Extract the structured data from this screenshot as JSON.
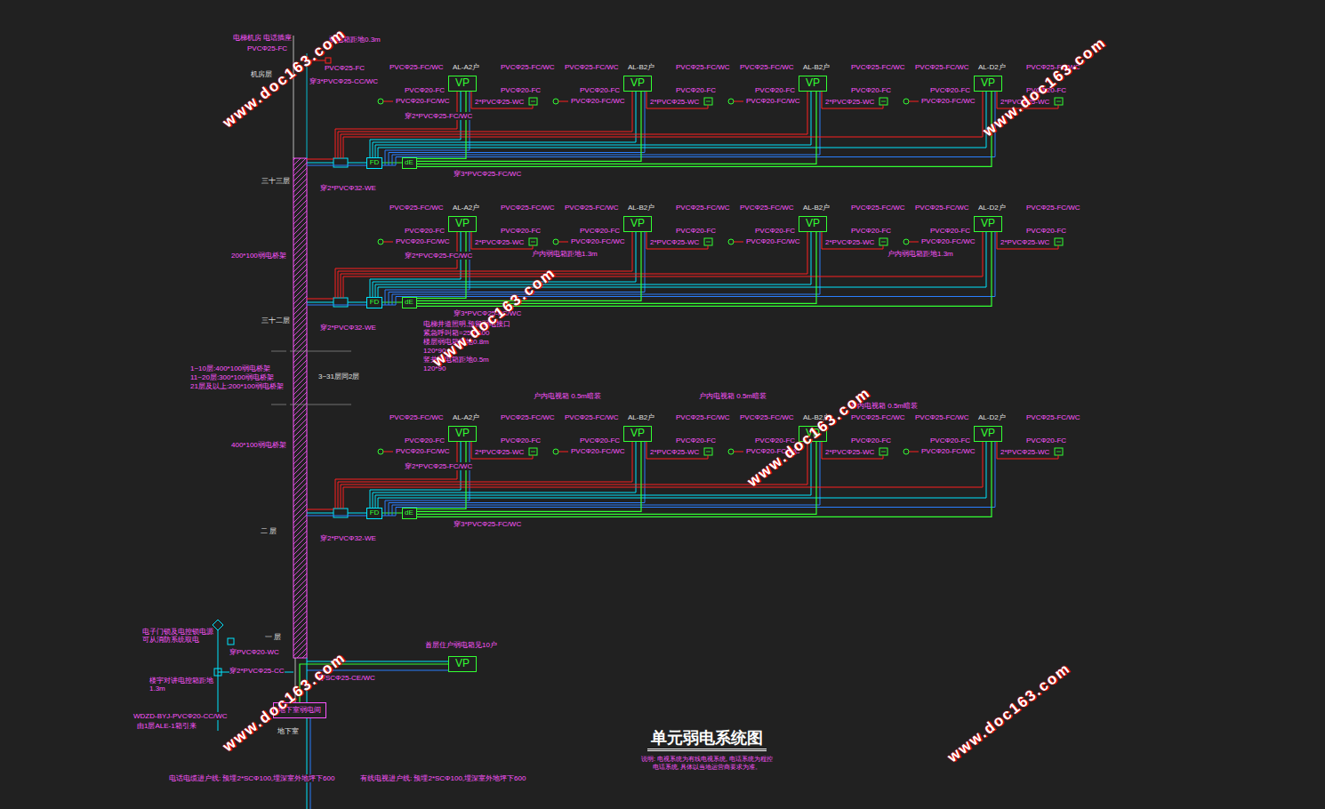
{
  "diagram": {
    "title": "单元弱电系统图",
    "caption": "说明: 电视系统为有线电视系统, 电话系统为程控电话系统, 具体以当地运营商要求为准。",
    "nodes": [
      {
        "text": [
          "VP"
        ]
      },
      {
        "text": [
          "VP"
        ]
      },
      {
        "text": [
          "VP"
        ]
      },
      {
        "text": [
          "VP"
        ]
      },
      {
        "text": [
          "FD"
        ]
      },
      {
        "text": [
          "dE"
        ]
      },
      {
        "text": [
          "VP"
        ]
      },
      {
        "text": [
          "VP"
        ]
      },
      {
        "text": [
          "VP"
        ]
      },
      {
        "text": [
          "VP"
        ]
      },
      {
        "text": [
          "FD"
        ]
      },
      {
        "text": [
          "dE"
        ]
      },
      {
        "text": [
          "VP"
        ]
      },
      {
        "text": [
          "VP"
        ]
      },
      {
        "text": [
          "VP"
        ]
      },
      {
        "text": [
          "VP"
        ]
      },
      {
        "text": [
          "FD"
        ]
      },
      {
        "text": [
          "dE"
        ]
      },
      {
        "text": [
          "VP"
        ]
      },
      {
        "text": [
          "地下室弱电间"
        ]
      }
    ],
    "edges": [
      {
        "from": 5,
        "to": 0,
        "arrow": "none"
      },
      {
        "from": 5,
        "to": 1,
        "arrow": "none"
      },
      {
        "from": 5,
        "to": 2,
        "arrow": "none"
      },
      {
        "from": 5,
        "to": 3,
        "arrow": "none"
      },
      {
        "from": 11,
        "to": 6,
        "arrow": "none"
      },
      {
        "from": 11,
        "to": 7,
        "arrow": "none"
      },
      {
        "from": 11,
        "to": 8,
        "arrow": "none"
      },
      {
        "from": 11,
        "to": 9,
        "arrow": "none"
      },
      {
        "from": 17,
        "to": 12,
        "arrow": "none"
      },
      {
        "from": 17,
        "to": 13,
        "arrow": "none"
      },
      {
        "from": 17,
        "to": 14,
        "arrow": "none"
      },
      {
        "from": 17,
        "to": 15,
        "arrow": "none"
      },
      {
        "from": 19,
        "to": 18,
        "arrow": "none"
      }
    ],
    "labels": [
      "PVCΦ25-FC/WC",
      "AL-A2户",
      "PVCΦ25-FC/WC",
      "PVCΦ20-FC",
      "PVCΦ20-FC",
      "PVCΦ20-FC/WC",
      "2*PVCΦ25-WC",
      "PVCΦ25-FC/WC",
      "AL-B2户",
      "PVCΦ25-FC/WC",
      "PVCΦ20-FC",
      "PVCΦ20-FC",
      "PVCΦ20-FC/WC",
      "2*PVCΦ25-WC",
      "PVCΦ25-FC/WC",
      "AL-B2户",
      "PVCΦ25-FC/WC",
      "PVCΦ20-FC",
      "PVCΦ20-FC",
      "PVCΦ20-FC/WC",
      "2*PVCΦ25-WC",
      "PVCΦ25-FC/WC",
      "AL-D2户",
      "PVCΦ25-FC/WC",
      "PVCΦ20-FC",
      "PVCΦ20-FC",
      "PVCΦ20-FC/WC",
      "2*PVCΦ25-WC",
      "PVCΦ25-FC/WC",
      "AL-A2户",
      "PVCΦ25-FC/WC",
      "PVCΦ20-FC",
      "PVCΦ20-FC",
      "PVCΦ20-FC/WC",
      "2*PVCΦ25-WC",
      "PVCΦ25-FC/WC",
      "AL-B2户",
      "PVCΦ25-FC/WC",
      "PVCΦ20-FC",
      "PVCΦ20-FC",
      "PVCΦ20-FC/WC",
      "2*PVCΦ25-WC",
      "PVCΦ25-FC/WC",
      "AL-B2户",
      "PVCΦ25-FC/WC",
      "PVCΦ20-FC",
      "PVCΦ20-FC",
      "PVCΦ20-FC/WC",
      "2*PVCΦ25-WC",
      "PVCΦ25-FC/WC",
      "AL-D2户",
      "PVCΦ25-FC/WC",
      "PVCΦ20-FC",
      "PVCΦ20-FC",
      "PVCΦ20-FC/WC",
      "2*PVCΦ25-WC",
      "PVCΦ25-FC/WC",
      "AL-A2户",
      "PVCΦ25-FC/WC",
      "PVCΦ20-FC",
      "PVCΦ20-FC",
      "PVCΦ20-FC/WC",
      "2*PVCΦ25-WC",
      "PVCΦ25-FC/WC",
      "AL-B2户",
      "PVCΦ25-FC/WC",
      "PVCΦ20-FC",
      "PVCΦ20-FC",
      "PVCΦ20-FC/WC",
      "2*PVCΦ25-WC",
      "PVCΦ25-FC/WC",
      "AL-B2户",
      "PVCΦ25-FC/WC",
      "PVCΦ20-FC",
      "PVCΦ20-FC",
      "PVCΦ20-FC/WC",
      "2*PVCΦ25-WC",
      "PVCΦ25-FC/WC",
      "AL-D2户",
      "PVCΦ25-FC/WC",
      "PVCΦ20-FC",
      "PVCΦ20-FC",
      "PVCΦ20-FC/WC",
      "2*PVCΦ25-WC",
      "穿2*PVCΦ25-FC/WC",
      "穿3*PVCΦ25-FC/WC",
      "穿2*PVCΦ32-WE",
      "穿2*PVCΦ25-FC/WC",
      "穿3*PVCΦ25-FC/WC",
      "穿2*PVCΦ32-WE",
      "穿2*PVCΦ25-FC/WC",
      "穿3*PVCΦ25-FC/WC",
      "穿2*PVCΦ32-WE",
      "电梯机房 电话插座",
      "PVCΦ25-FC",
      "机房层",
      "弱电箱距地0.3m",
      "PVCΦ25-FC",
      "穿3*PVCΦ25-CC/WC",
      "三十三层",
      "200*100弱电桥架",
      "户内弱电箱距地1.3m",
      "户内弱电箱距地1.3m",
      "三十二层",
      "电梯井道照明,预留弱电接口",
      "紧急呼叫箱=250*100",
      "楼层弱电箱距地0.8m",
      "120*90",
      "竖井弱电箱距地0.5m",
      "120*90",
      "1~10层:400*100弱电桥架",
      "11~20层:300*100弱电桥架",
      "21层及以上:200*100弱电桥架",
      "3~31层同2层",
      "户内电视箱 0.5m暗装",
      "户内电视箱 0.5m暗装",
      "户内电视箱 0.5m暗装",
      "400*100弱电桥架",
      "二 层",
      "一 层",
      "电子门锁及电控锁电源可从消防系统取电",
      "穿PVCΦ20-WC",
      "穿2*PVCΦ25-CC",
      "楼宇对讲电控箱距地1.3m",
      "WDZD-BYJ-PVCΦ20-CC/WC",
      "由1层ALE-1箱引来",
      "穿SCΦ25-CE/WC",
      "首层住户弱电箱见10户",
      "地下室",
      "电话电缆进户线: 预埋2*SCΦ100,埋深室外地坪下600",
      "有线电视进户线: 预埋2*SCΦ100,埋深室外地坪下600",
      "www.doc163.com",
      "www.doc163.com",
      "www.doc163.com",
      "www.doc163.com",
      "www.doc163.com",
      "www.doc163.com"
    ]
  }
}
